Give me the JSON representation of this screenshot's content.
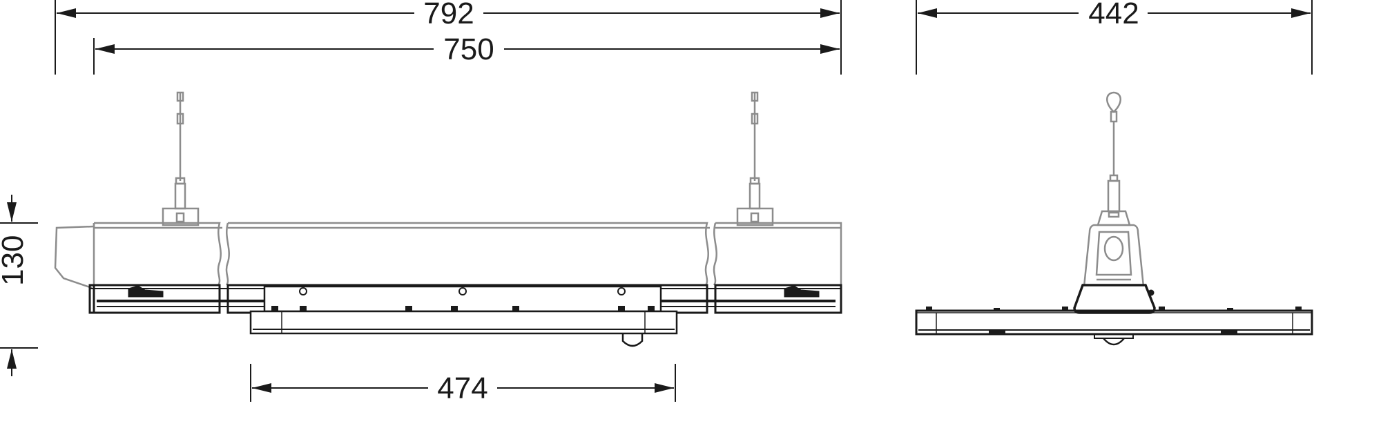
{
  "dimensions": {
    "overall_length": "792",
    "mounting_length": "750",
    "gear_tray_length": "474",
    "width": "442",
    "height": "130"
  },
  "colors": {
    "line": "#1a1a1a",
    "housing": "#8c8c8c",
    "background": "#ffffff"
  }
}
